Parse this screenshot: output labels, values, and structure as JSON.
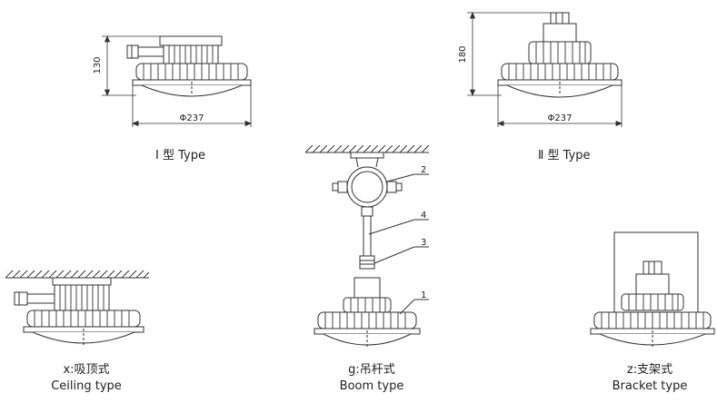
{
  "type_i": {
    "label": "Ⅰ 型 Type",
    "height_dim": "130",
    "diameter_dim": "Φ237"
  },
  "type_ii": {
    "label": "Ⅱ 型 Type",
    "height_dim": "180",
    "diameter_dim": "Φ237"
  },
  "ceiling": {
    "label_cn": "x:吸顶式",
    "label_en": "Ceiling type"
  },
  "boom": {
    "label_cn": "g:吊杆式",
    "label_en": "Boom type",
    "callouts": [
      "1",
      "2",
      "3",
      "4"
    ]
  },
  "bracket": {
    "label_cn": "z:支架式",
    "label_en": "Bracket type"
  }
}
